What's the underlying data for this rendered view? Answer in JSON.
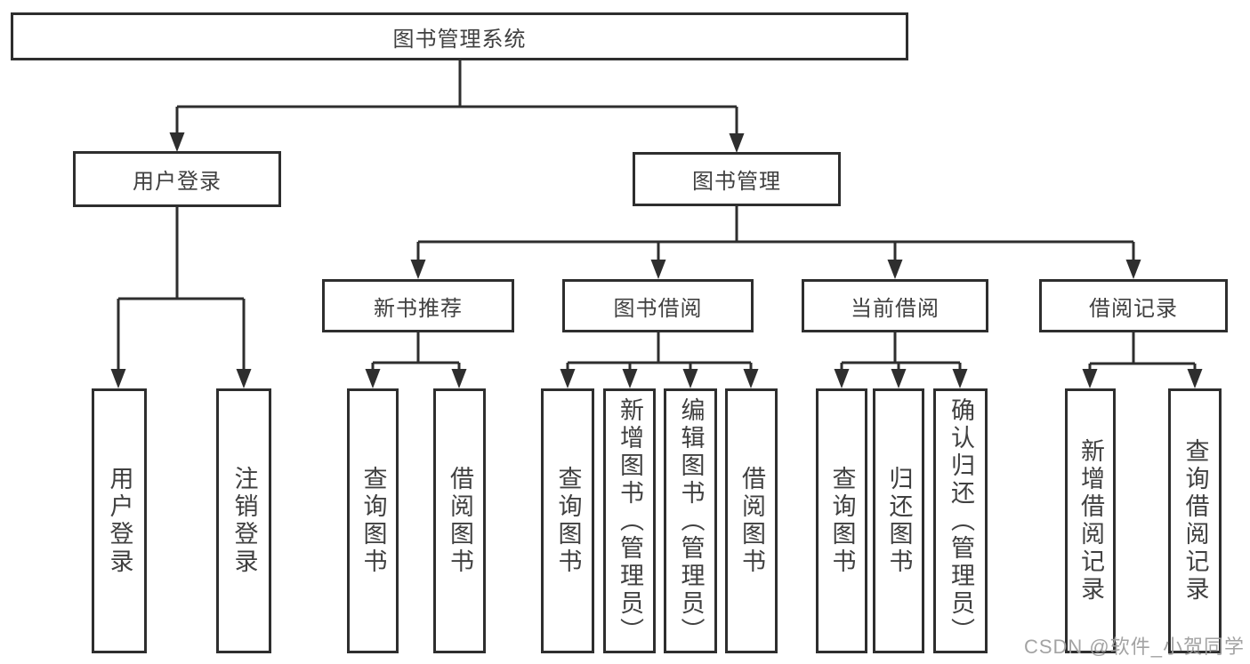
{
  "diagram": {
    "watermark": "CSDN @软件_小贺同学",
    "colors": {
      "line": "#2e2e2e",
      "box_border": "#2e2e2e",
      "box_bg": "#ffffff",
      "text": "#404040",
      "watermark": "#9e9e9e"
    },
    "root": {
      "label": "图书管理系统",
      "children": [
        {
          "label": "用户登录",
          "children": [
            {
              "label": "用户登录"
            },
            {
              "label": "注销登录"
            }
          ]
        },
        {
          "label": "图书管理",
          "children": [
            {
              "label": "新书推荐",
              "children": [
                {
                  "label": "查询图书"
                },
                {
                  "label": "借阅图书"
                }
              ]
            },
            {
              "label": "图书借阅",
              "children": [
                {
                  "label": "查询图书"
                },
                {
                  "label": "新增图书（管理员）"
                },
                {
                  "label": "编辑图书（管理员）"
                },
                {
                  "label": "借阅图书"
                }
              ]
            },
            {
              "label": "当前借阅",
              "children": [
                {
                  "label": "查询图书"
                },
                {
                  "label": "归还图书"
                },
                {
                  "label": "确认归还（管理员）"
                }
              ]
            },
            {
              "label": "借阅记录",
              "children": [
                {
                  "label": "新增借阅记录"
                },
                {
                  "label": "查询借阅记录"
                }
              ]
            }
          ]
        }
      ]
    }
  }
}
